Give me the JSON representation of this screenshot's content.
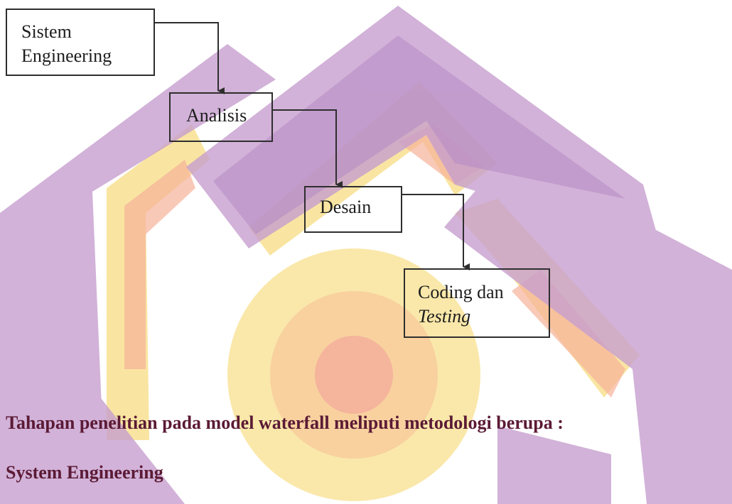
{
  "diagram": {
    "nodes": [
      {
        "id": "sistem",
        "lines": [
          "Sistem",
          "Engineering"
        ]
      },
      {
        "id": "analisis",
        "lines": [
          "Analisis"
        ]
      },
      {
        "id": "desain",
        "lines": [
          "Desain"
        ]
      },
      {
        "id": "coding",
        "lines": [
          "Coding dan",
          "Testing"
        ]
      }
    ],
    "edges": [
      {
        "from": "sistem",
        "to": "analisis"
      },
      {
        "from": "analisis",
        "to": "desain"
      },
      {
        "from": "desain",
        "to": "coding"
      }
    ]
  },
  "text": {
    "intro": "Tahapan penelitian pada model waterfall meliputi metodologi berupa :",
    "heading": "System Engineering"
  },
  "colors": {
    "watermark_purple": "#b58fc7",
    "watermark_yellow": "#f8de8a",
    "watermark_orange": "#f6b29a",
    "text_bold": "#5b1a35",
    "line": "#2e2e2e"
  }
}
